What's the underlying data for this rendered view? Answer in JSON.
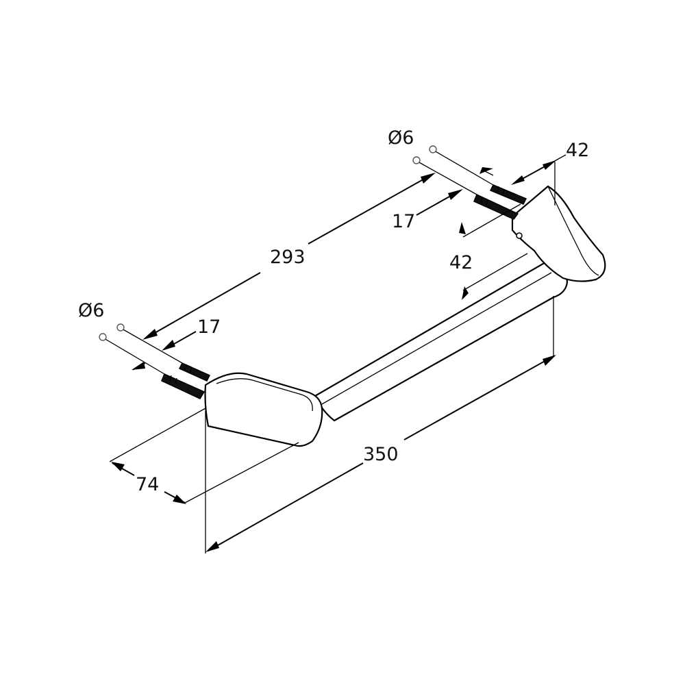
{
  "dimensions": {
    "overall_length": "350",
    "hole_spacing": "293",
    "depth": "74",
    "height_right": "42",
    "height_mid": "42",
    "offset_left": "17",
    "offset_right": "17",
    "hole_diameter_left": "Ø6",
    "hole_diameter_right": "Ø6"
  },
  "colors": {
    "line": "#000000",
    "background": "#ffffff"
  }
}
